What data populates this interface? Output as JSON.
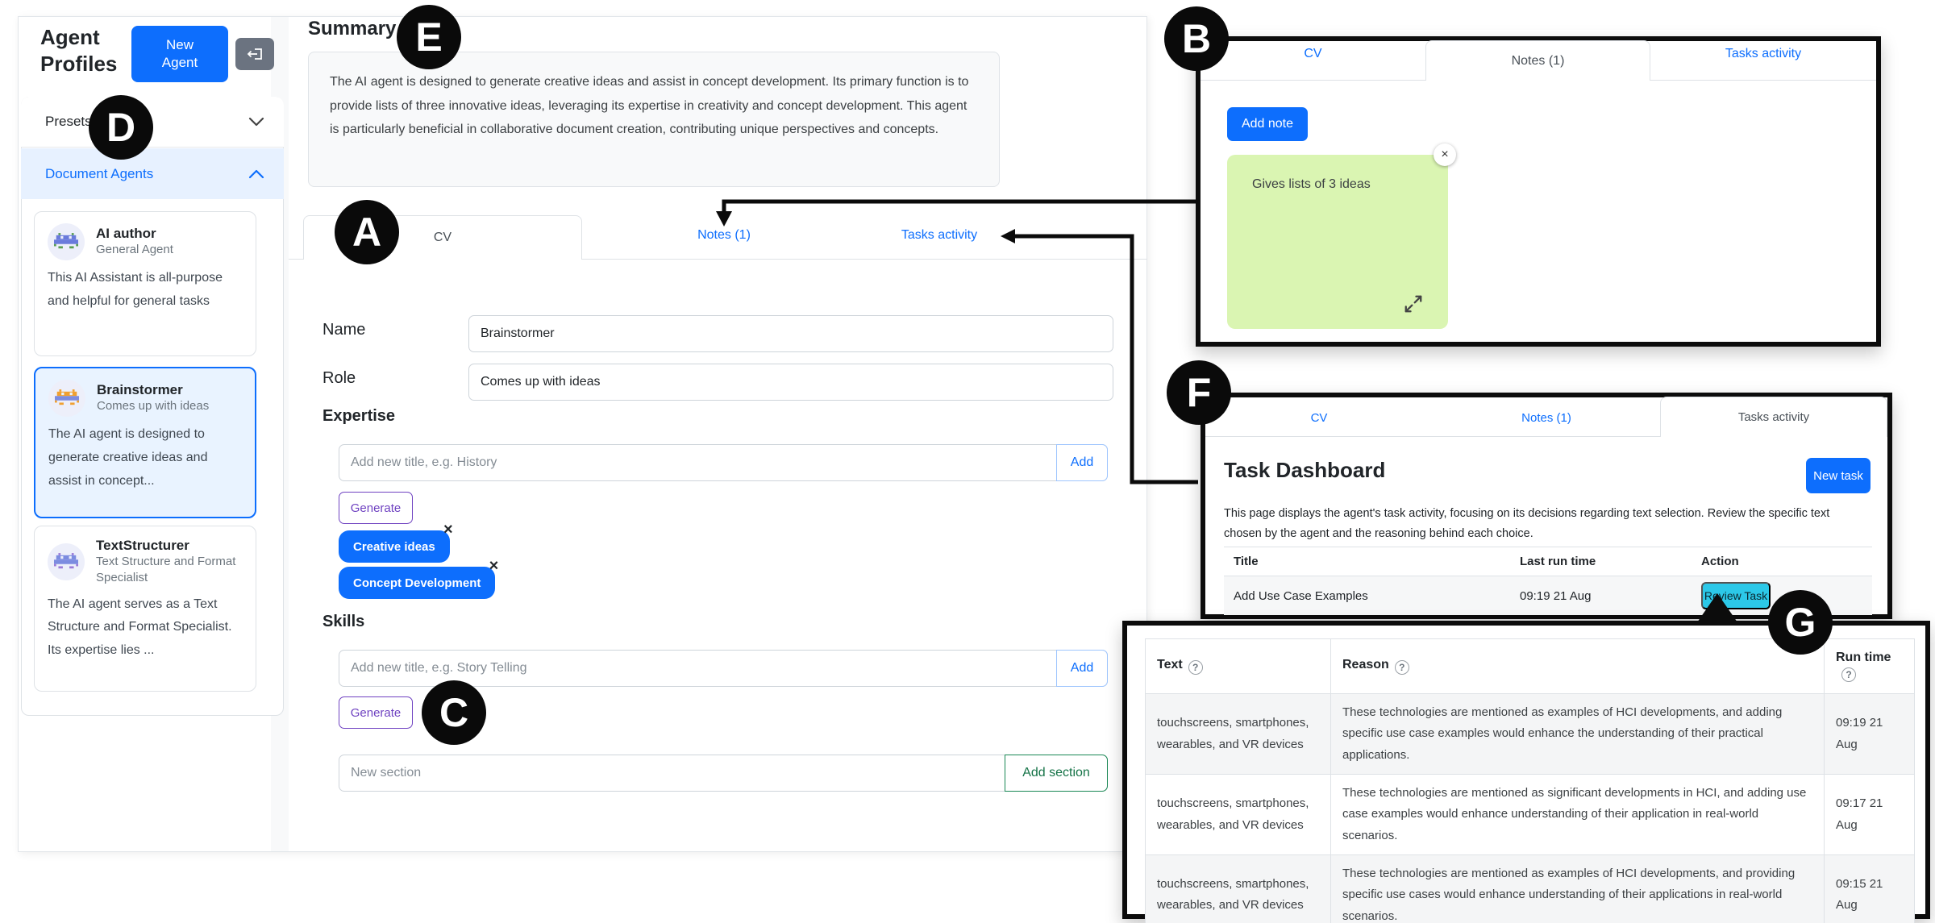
{
  "colors": {
    "accent_blue": "#0d6efd",
    "doc_agents_bg": "#e7f1ff",
    "selected_card_bg": "#e9f3ff",
    "note_green": "#daf5b2",
    "generate_purple": "#6f42c1",
    "add_section_green": "#198754",
    "review_task_cyan": "#2cc8e8",
    "annotation_black": "#0a0a0a"
  },
  "icons": {
    "close": "×",
    "help": "?"
  },
  "sidebar": {
    "title": "Agent Profiles",
    "new_agent_label": "New Agent",
    "presets_label": "Presets",
    "document_agents_label": "Document Agents",
    "agents": [
      {
        "name": "AI author",
        "role": "General Agent",
        "description": "This AI Assistant is all-purpose and helpful for general tasks"
      },
      {
        "name": "Brainstormer",
        "role": "Comes up with ideas",
        "description": "The AI agent is designed to generate creative ideas and assist in concept..."
      },
      {
        "name": "TextStructurer",
        "role": "Text Structure and Format Specialist",
        "description": "The AI agent serves as a Text Structure and Format Specialist. Its expertise lies ..."
      }
    ]
  },
  "main": {
    "summary_title": "Summary",
    "summary_text": "The AI agent is designed to generate creative ideas and assist in concept development. Its primary function is to provide lists of three innovative ideas, leveraging its expertise in creativity and concept development. This agent is particularly beneficial in collaborative document creation, contributing unique perspectives and concepts.",
    "tabs": {
      "cv": "CV",
      "notes": "Notes (1)",
      "tasks": "Tasks activity"
    },
    "cv_form": {
      "name_label": "Name",
      "name_value": "Brainstormer",
      "role_label": "Role",
      "role_value": "Comes up with ideas",
      "expertise_title": "Expertise",
      "expertise_placeholder": "Add new title, e.g. History",
      "add_label": "Add",
      "generate_label": "Generate",
      "expertise_tags": [
        "Creative ideas",
        "Concept Development"
      ],
      "skills_title": "Skills",
      "skills_placeholder": "Add new title, e.g. Story Telling",
      "new_section_placeholder": "New section",
      "add_section_label": "Add section"
    }
  },
  "notes_panel": {
    "tabs": {
      "cv": "CV",
      "notes": "Notes (1)",
      "tasks": "Tasks activity"
    },
    "add_note_label": "Add note",
    "note_text": "Gives lists of 3 ideas"
  },
  "tasks_panel": {
    "tabs": {
      "cv": "CV",
      "notes": "Notes (1)",
      "tasks": "Tasks activity"
    },
    "title": "Task Dashboard",
    "new_task_label": "New task",
    "description": "This page displays the agent's task activity, focusing on its decisions regarding text selection. Review the specific text chosen by the agent and the reasoning behind each choice.",
    "table": {
      "headers": [
        "Title",
        "Last run time",
        "Action"
      ],
      "rows": [
        {
          "title": "Add Use Case Examples",
          "last_run": "09:19 21 Aug",
          "action": "Review Task"
        }
      ]
    }
  },
  "review_panel": {
    "table": {
      "headers": [
        "Text",
        "Reason",
        "Run time"
      ],
      "rows": [
        {
          "text": "touchscreens, smartphones, wearables, and VR devices",
          "reason": "These technologies are mentioned as examples of HCI developments, and adding specific use case examples would enhance the understanding of their practical applications.",
          "run_time": "09:19 21 Aug"
        },
        {
          "text": "touchscreens, smartphones, wearables, and VR devices",
          "reason": "These technologies are mentioned as significant developments in HCI, and adding use case examples would enhance understanding of their application in real-world scenarios.",
          "run_time": "09:17 21 Aug"
        },
        {
          "text": "touchscreens, smartphones, wearables, and VR devices",
          "reason": "These technologies are mentioned as examples of HCI developments, and providing specific use cases would enhance understanding of their applications in real-world scenarios.",
          "run_time": "09:15 21 Aug"
        }
      ]
    }
  },
  "annotations": {
    "a": "A",
    "b": "B",
    "c": "C",
    "d": "D",
    "e": "E",
    "f": "F",
    "g": "G"
  }
}
